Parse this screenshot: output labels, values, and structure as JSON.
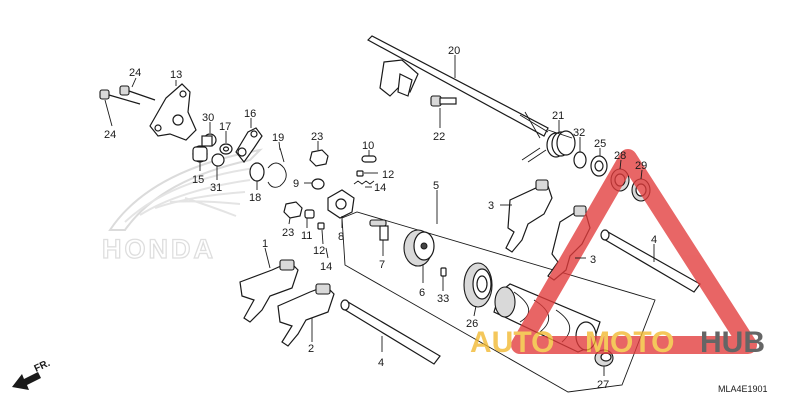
{
  "brand": {
    "watermark_logo": "HONDA"
  },
  "diagram": {
    "code": "MLA4E1901",
    "direction": "FR.",
    "callouts": [
      {
        "id": "c1",
        "label": "1"
      },
      {
        "id": "c2",
        "label": "2"
      },
      {
        "id": "c3a",
        "label": "3"
      },
      {
        "id": "c3b",
        "label": "3"
      },
      {
        "id": "c4a",
        "label": "4"
      },
      {
        "id": "c4b",
        "label": "4"
      },
      {
        "id": "c5",
        "label": "5"
      },
      {
        "id": "c6",
        "label": "6"
      },
      {
        "id": "c7",
        "label": "7"
      },
      {
        "id": "c8",
        "label": "8"
      },
      {
        "id": "c9",
        "label": "9"
      },
      {
        "id": "c10",
        "label": "10"
      },
      {
        "id": "c11",
        "label": "11"
      },
      {
        "id": "c12a",
        "label": "12"
      },
      {
        "id": "c12b",
        "label": "12"
      },
      {
        "id": "c13",
        "label": "13"
      },
      {
        "id": "c14a",
        "label": "14"
      },
      {
        "id": "c14b",
        "label": "14"
      },
      {
        "id": "c15",
        "label": "15"
      },
      {
        "id": "c16",
        "label": "16"
      },
      {
        "id": "c17",
        "label": "17"
      },
      {
        "id": "c18",
        "label": "18"
      },
      {
        "id": "c19",
        "label": "19"
      },
      {
        "id": "c20",
        "label": "20"
      },
      {
        "id": "c21",
        "label": "21"
      },
      {
        "id": "c22",
        "label": "22"
      },
      {
        "id": "c23a",
        "label": "23"
      },
      {
        "id": "c23b",
        "label": "23"
      },
      {
        "id": "c24a",
        "label": "24"
      },
      {
        "id": "c24b",
        "label": "24"
      },
      {
        "id": "c25",
        "label": "25"
      },
      {
        "id": "c26",
        "label": "26"
      },
      {
        "id": "c27",
        "label": "27"
      },
      {
        "id": "c28",
        "label": "28"
      },
      {
        "id": "c29",
        "label": "29"
      },
      {
        "id": "c30",
        "label": "30"
      },
      {
        "id": "c31",
        "label": "31"
      },
      {
        "id": "c32",
        "label": "32"
      },
      {
        "id": "c33",
        "label": "33"
      }
    ]
  },
  "watermark": {
    "text_auto": "AUTO",
    "text_moto": "MOTO",
    "text_hub": "HUB",
    "colors": {
      "red": "#e23b3b",
      "yellow": "#f2b82e",
      "dark": "#3a3a3a",
      "honda_gray": "#cfcfcf"
    }
  }
}
